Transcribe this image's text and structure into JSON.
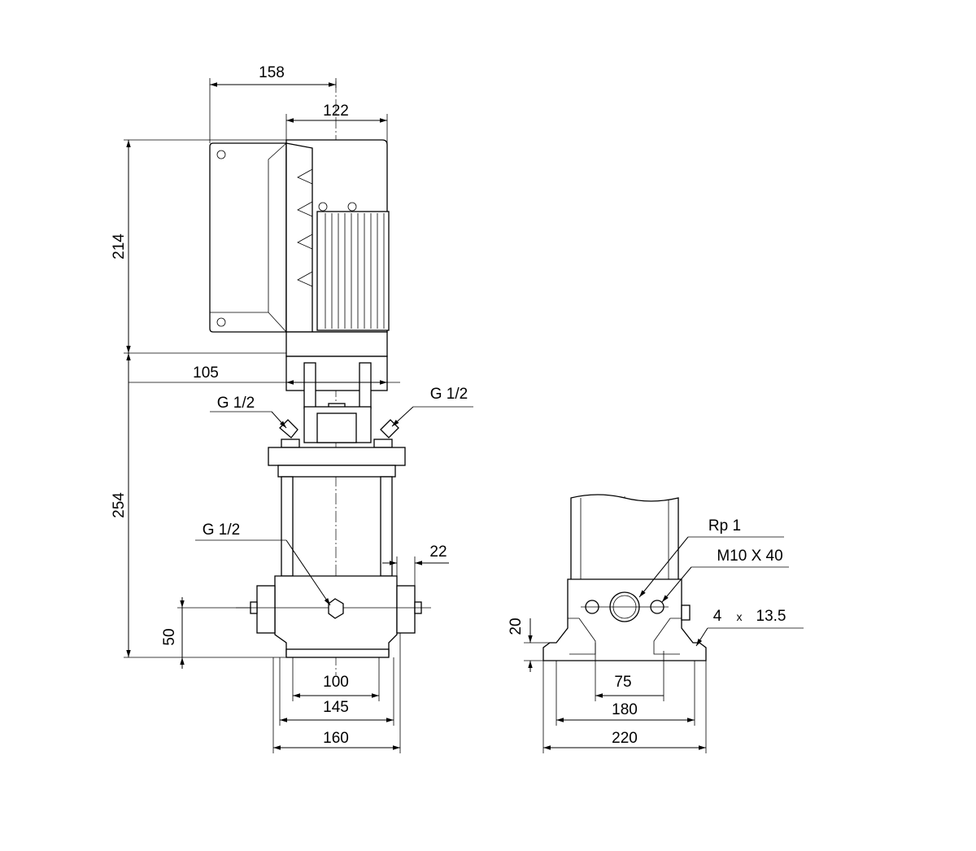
{
  "dimensions": {
    "motor_width": "158",
    "motor_top_width": "122",
    "motor_height": "214",
    "adapter_width": "105",
    "pump_height": "254",
    "inlet_height": "50",
    "port_offset": "22",
    "foot_inner": "100",
    "foot_mid": "145",
    "foot_outer": "160",
    "base_height": "20",
    "bolt_spacing": "75",
    "base_holes": "180",
    "base_total": "220"
  },
  "labels": {
    "port_left": "G 1/2",
    "port_right": "G 1/2",
    "port_drain": "G 1/2",
    "inlet": "Rp 1",
    "bolt": "M10 X 40",
    "hole_count": "4",
    "hole_times": "x",
    "hole_diameter": "13.5"
  }
}
